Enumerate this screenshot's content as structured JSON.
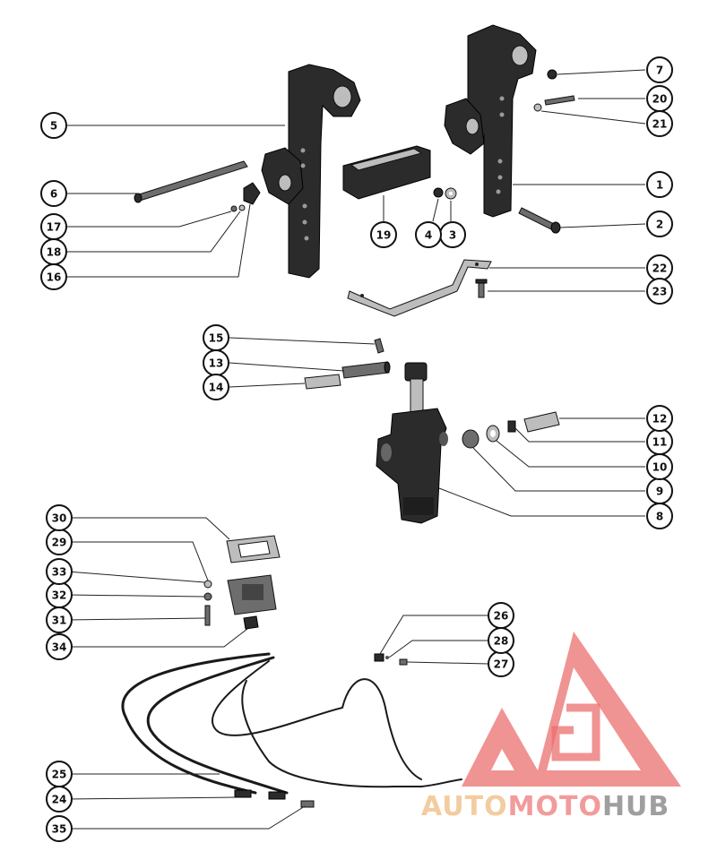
{
  "callouts": [
    "1",
    "2",
    "3",
    "4",
    "5",
    "6",
    "7",
    "8",
    "9",
    "10",
    "11",
    "12",
    "13",
    "14",
    "15",
    "16",
    "17",
    "18",
    "19",
    "20",
    "21",
    "22",
    "23",
    "24",
    "25",
    "26",
    "27",
    "28",
    "29",
    "30",
    "31",
    "32",
    "33",
    "34",
    "35"
  ],
  "watermark": {
    "word_1": "AUTO",
    "word_2": "MOTO",
    "word_3": "HUB",
    "color_1": "#f2c48f",
    "color_2": "#f08a8a",
    "color_3": "#9a9a9a",
    "logo_color": "#e85555"
  }
}
